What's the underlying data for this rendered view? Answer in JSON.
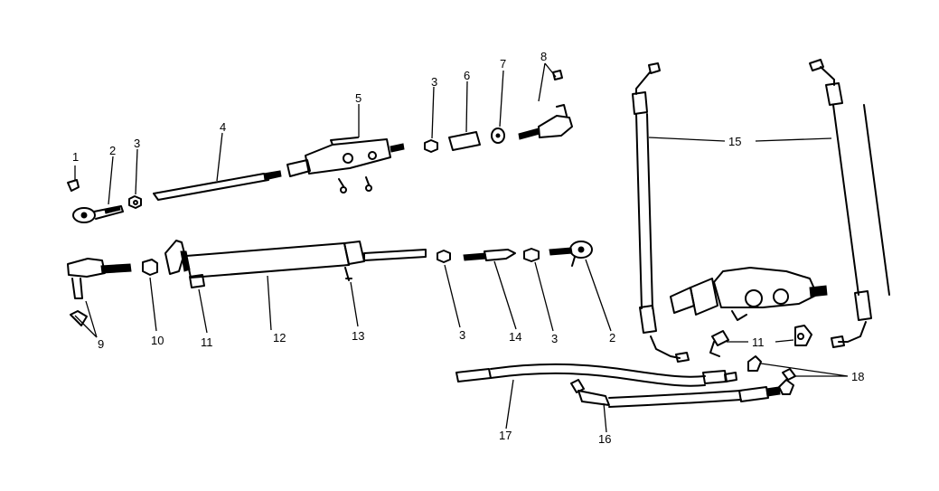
{
  "callouts": {
    "c1": "1",
    "c2a": "2",
    "c3a": "3",
    "c4": "4",
    "c5": "5",
    "c3b": "3",
    "c6": "6",
    "c7": "7",
    "c8": "8",
    "c9": "9",
    "c10": "10",
    "c11a": "11",
    "c12": "12",
    "c13": "13",
    "c3c": "3",
    "c14": "14",
    "c3d": "3",
    "c2b": "2",
    "c15": "15",
    "c11b": "11",
    "c16": "16",
    "c17": "17",
    "c18": "18"
  }
}
